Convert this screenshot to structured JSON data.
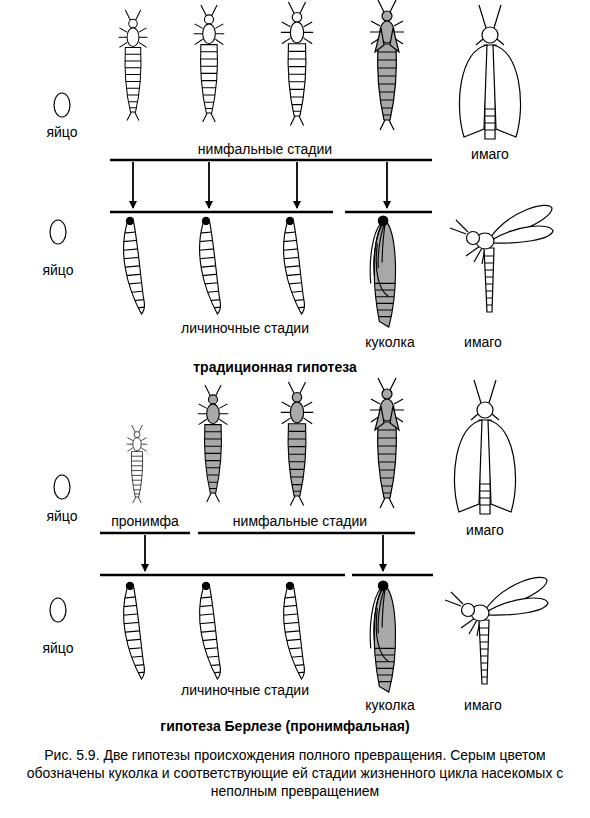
{
  "diagram": {
    "caption": "Рис. 5.9. Две гипотезы происхождения полного превращения. Серым цветом обозначены куколка и соответствующие ей стадии жизненного цикла насекомых с неполным превращением",
    "labels": [
      "яйцо",
      "нимфальные стадии",
      "имаго",
      "яйцо",
      "личиночные стадии",
      "куколка",
      "имаго",
      "традиционная гипотеза",
      "яйцо",
      "пронимфа",
      "нимфальные стадии",
      "имаго",
      "яйцо",
      "личиночные стадии",
      "куколка",
      "имаго",
      "гипотеза Берлезе (пронимфальная)"
    ]
  }
}
